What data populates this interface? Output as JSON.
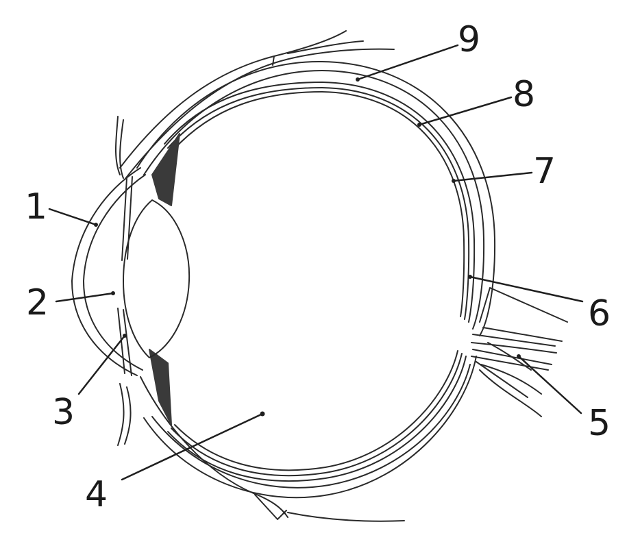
{
  "diagram": {
    "labels": [
      {
        "id": "1",
        "text": "1"
      },
      {
        "id": "2",
        "text": "2"
      },
      {
        "id": "3",
        "text": "3"
      },
      {
        "id": "4",
        "text": "4"
      },
      {
        "id": "5",
        "text": "5"
      },
      {
        "id": "6",
        "text": "6"
      },
      {
        "id": "7",
        "text": "7"
      },
      {
        "id": "8",
        "text": "8"
      },
      {
        "id": "9",
        "text": "9"
      }
    ],
    "colors": {
      "background": "#ffffff",
      "line": "#2a2a2a",
      "shading": "#3a3a3a",
      "label": "#1a1a1a"
    }
  }
}
